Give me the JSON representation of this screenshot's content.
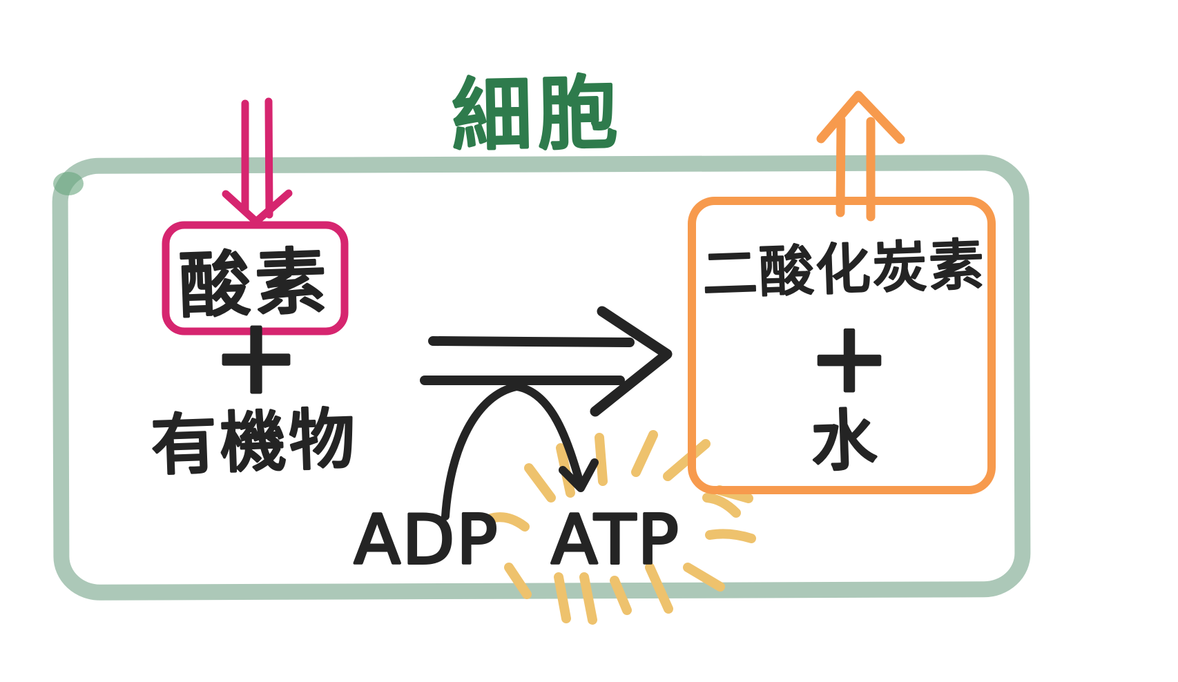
{
  "diagram": {
    "title": "細胞",
    "reactants": {
      "oxygen": "酸素",
      "plus": "+",
      "organic_matter": "有機物"
    },
    "energy": {
      "adp": "ADP",
      "atp": "ATP"
    },
    "products": {
      "carbon_dioxide": "二酸化炭素",
      "plus": "+",
      "water": "水"
    },
    "colors": {
      "membrane_green": "#a8c5b4",
      "membrane_corner_green": "#68a57d",
      "title_green": "#2e7b4c",
      "magenta": "#d6256f",
      "orange": "#f79a4d",
      "burst_yellow": "#eec26d",
      "ink_black": "#242424"
    }
  }
}
